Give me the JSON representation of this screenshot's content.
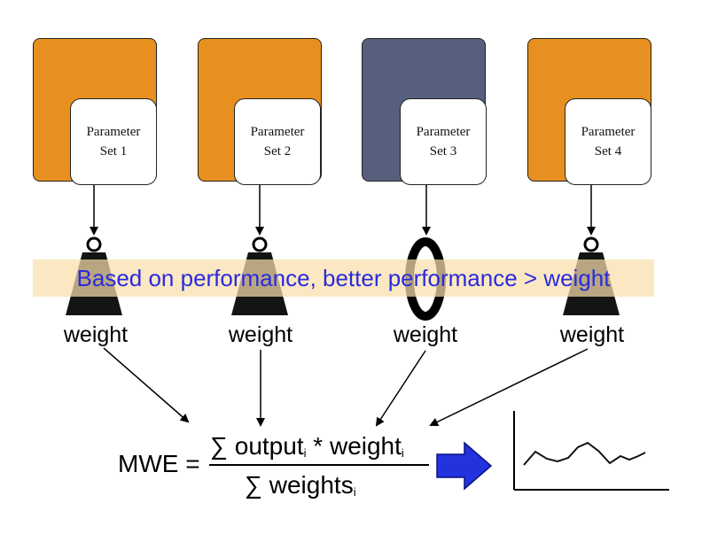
{
  "colors": {
    "orange": "#E8901F",
    "slate": "#56607C",
    "banner_text": "#2A2AE0",
    "arrow_blue": "#2233DD"
  },
  "parameter_sets": [
    {
      "line1": "Parameter",
      "line2": "Set 1",
      "color": "orange"
    },
    {
      "line1": "Parameter",
      "line2": "Set 2",
      "color": "orange"
    },
    {
      "line1": "Parameter",
      "line2": "Set 3",
      "color": "slate"
    },
    {
      "line1": "Parameter",
      "line2": "Set 4",
      "color": "orange"
    }
  ],
  "weights": [
    {
      "label": "weight",
      "icon": "weight-icon"
    },
    {
      "label": "weight",
      "icon": "weight-icon"
    },
    {
      "label": "weight",
      "icon": "zero-icon"
    },
    {
      "label": "weight",
      "icon": "weight-icon"
    }
  ],
  "banner": "Based on performance, better performance > weight",
  "formula": {
    "lhs": "MWE =",
    "numerator": {
      "sum": "∑",
      "term1": "output",
      "sub1": "i",
      "op": "*",
      "term2": "weight",
      "sub2": "i"
    },
    "denominator": {
      "sum": "∑",
      "term": "weights",
      "sub": "i"
    }
  },
  "output_icons": [
    "right-arrow-icon",
    "line-plot-icon"
  ]
}
